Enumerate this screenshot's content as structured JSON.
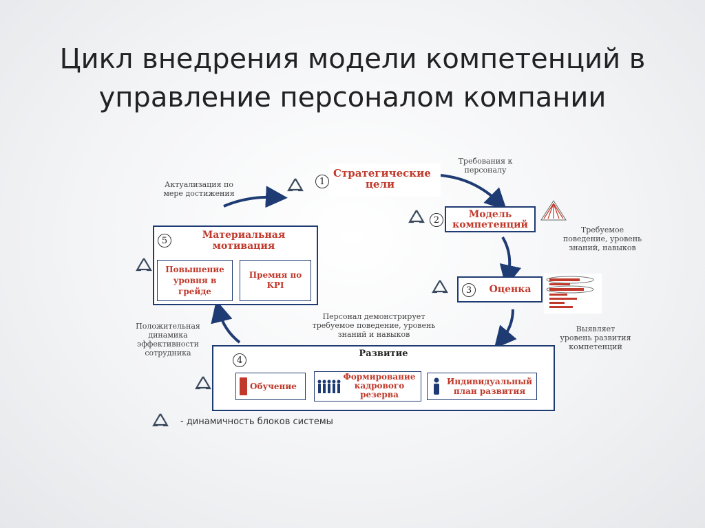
{
  "title_line1": "Цикл внедрения модели компетенций в",
  "title_line2": "управление персоналом компании",
  "nodes": {
    "strategic_goals": {
      "number": "1",
      "label": "Стратегические цели"
    },
    "competency_model": {
      "number": "2",
      "label": "Модель компетенций"
    },
    "assessment": {
      "number": "3",
      "label": "Оценка"
    },
    "development": {
      "number": "4",
      "label": "Развитие",
      "training": "Обучение",
      "talent_pool": "Формирование кадрового резерва",
      "individual_plan": "Индивидуальный план развития"
    },
    "material_motivation": {
      "number": "5",
      "label": "Материальная мотивация",
      "grade_raise": "Повышение уровня в грейде",
      "kpi_bonus": "Премия по KPI"
    }
  },
  "notes": {
    "requirements": "Требования к персоналу",
    "required_behavior": "Требуемое поведение, уровень знаний, навыков",
    "reveals_level": "Выявляет уровень развития компетенций",
    "staff_demonstrates": "Персонал демонстрирует требуемое поведение, уровень знаний и навыков",
    "positive_dynamics": "Положительная динамика эффективности сотрудника",
    "actualization": "Актуализация по мере достижения"
  },
  "legend": {
    "text": "- динамичность блоков системы"
  },
  "colors": {
    "navy": "#1f3b73",
    "red": "#c0392b",
    "recycle": "#3a4a5c"
  }
}
